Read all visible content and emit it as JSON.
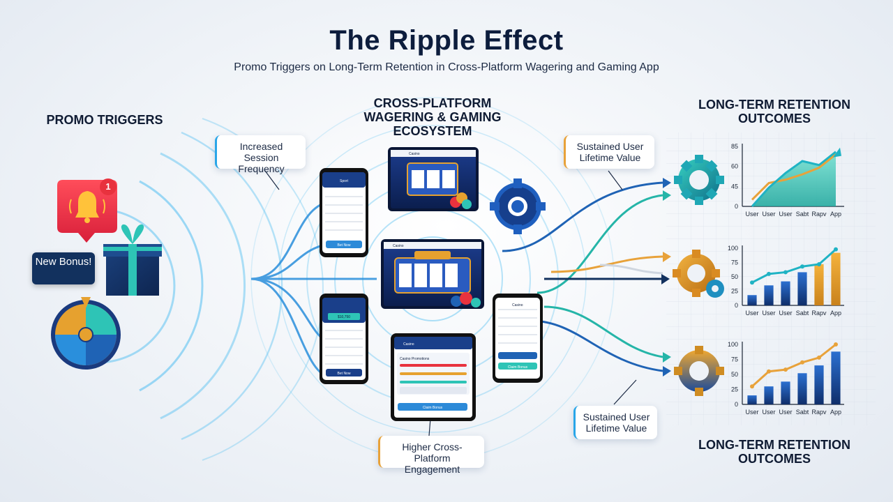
{
  "header": {
    "title": "The Ripple Effect",
    "subtitle": "Promo Triggers on Long-Term Retention in Cross-Platform Wagering and Gaming App"
  },
  "sections": {
    "promo": "PROMO TRIGGERS",
    "ecosystem": "CROSS-PLATFORM WAGERING & GAMING ECOSYSTEM",
    "retention_top": "LONG-TERM RETENTION OUTCOMES",
    "retention_bottom": "LONG-TERM RETENTION OUTCOMES"
  },
  "promo_items": {
    "notification_count": "1",
    "new_bonus": "New Bonus!"
  },
  "callouts": {
    "session": "Increased Session Frequency",
    "lifetime_top": "Sustained User Lifetime Value",
    "lifetime_bottom": "Sustained User Lifetime Value",
    "engagement": "Higher Cross-Platform Engagement"
  },
  "devices": {
    "phone_left_top": {
      "header": "Sport",
      "button": "Bet Now"
    },
    "phone_left_bottom": {
      "amount": "$10,750",
      "button": "Bet Now"
    },
    "tablet_top": {
      "header": "Casino"
    },
    "tablet_mid": {
      "header": "Casino"
    },
    "tablet_bottom": {
      "header": "Casino",
      "card_title": "Casino Promotions",
      "button": "Claim Bonus"
    },
    "phone_right": {
      "header": "Casino",
      "button": "Claim Bonus"
    }
  },
  "colors": {
    "ripple": "#5fc3f2",
    "navy": "#12315e",
    "teal": "#25b5a8",
    "orange": "#e8a23a",
    "blue": "#1f63b5"
  },
  "chart_data": [
    {
      "type": "line",
      "x": [
        "User",
        "User",
        "User",
        "Sabt",
        "Rapv",
        "App"
      ],
      "yticks": [
        "85",
        "60",
        "45",
        "0"
      ],
      "series": [
        {
          "values": [
            10,
            35,
            40,
            48,
            58,
            78
          ]
        },
        {
          "values": [
            0,
            28,
            50,
            68,
            62,
            82
          ]
        }
      ],
      "ylim": [
        0,
        90
      ]
    },
    {
      "type": "bar",
      "x": [
        "User",
        "User",
        "User",
        "Sabt",
        "Rapv",
        "App"
      ],
      "yticks": [
        "100",
        "75",
        "50",
        "25",
        "0"
      ],
      "series": [
        {
          "values": [
            18,
            35,
            42,
            58,
            72,
            92
          ]
        }
      ],
      "trend": [
        40,
        55,
        58,
        68,
        72,
        98
      ],
      "ylim": [
        0,
        100
      ]
    },
    {
      "type": "bar",
      "x": [
        "User",
        "User",
        "User",
        "Sabt",
        "Rapv",
        "App"
      ],
      "yticks": [
        "100",
        "75",
        "50",
        "25",
        "0"
      ],
      "series": [
        {
          "values": [
            15,
            30,
            38,
            52,
            65,
            88
          ]
        }
      ],
      "trend": [
        30,
        55,
        58,
        70,
        78,
        100
      ],
      "ylim": [
        0,
        100
      ]
    }
  ]
}
